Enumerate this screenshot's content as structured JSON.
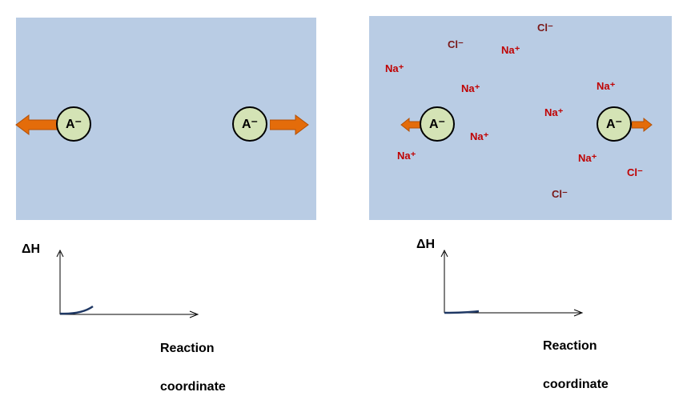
{
  "left_panel": {
    "anions": [
      "A⁻",
      "A⁻"
    ],
    "graph": {
      "y_label": "ΔH",
      "x_label_line1": "Reaction",
      "x_label_line2": "coordinate"
    }
  },
  "right_panel": {
    "anions": [
      "A⁻",
      "A⁻"
    ],
    "ions": [
      "Cl⁻",
      "Cl⁻",
      "Na⁺",
      "Na⁺",
      "Na⁺",
      "Na⁺",
      "Na⁺",
      "Na⁺",
      "Na⁺",
      "Na⁺",
      "Cl⁻",
      "Cl⁻"
    ],
    "graph": {
      "y_label": "ΔH",
      "x_label_line1": "Reaction",
      "x_label_line2": "coordinate"
    }
  },
  "colors": {
    "panel_background": "#b9cce4",
    "anion_fill": "#d4e3b5",
    "arrow": "#e46c0a",
    "sodium_ion": "#c00000",
    "chloride_ion": "#7a1818",
    "curve": "#1f3864"
  }
}
